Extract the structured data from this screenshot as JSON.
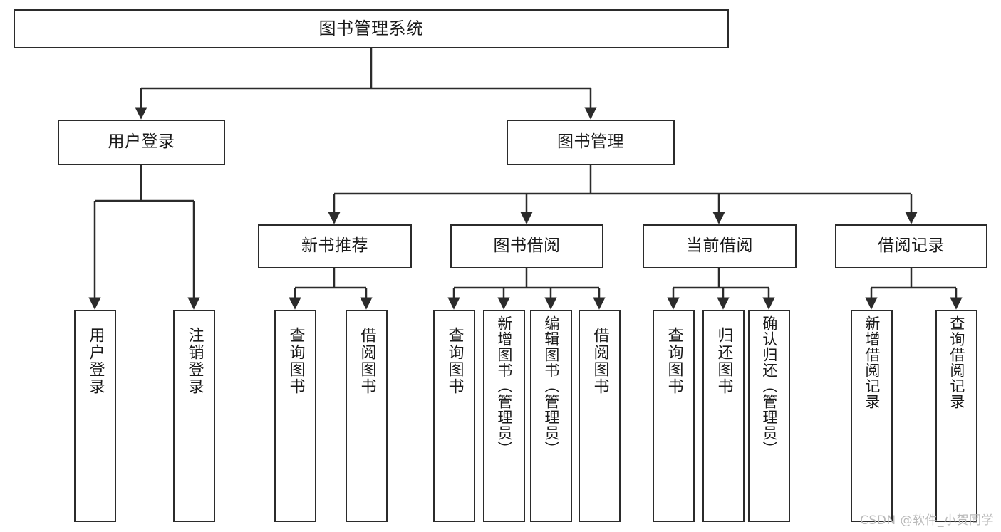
{
  "diagram": {
    "title": "图书管理系统",
    "watermark": "CSDN @软件_小贺同学",
    "colors": {
      "stroke": "#2b2b2b",
      "fill": "#ffffff",
      "text": "#1a1a1a",
      "watermark": "#b9b9b9"
    },
    "nodes": {
      "root": "图书管理系统",
      "level2": {
        "user_login": "用户登录",
        "book_manage": "图书管理"
      },
      "level3": {
        "new_book_recommend": "新书推荐",
        "book_borrow": "图书借阅",
        "current_borrow": "当前借阅",
        "borrow_record": "借阅记录"
      },
      "leaves": {
        "user_login_1": "用户登录",
        "user_login_2": "注销登录",
        "recommend_1": "查询图书",
        "recommend_2": "借阅图书",
        "borrow_1": "查询图书",
        "borrow_2": "新增图书（管理员）",
        "borrow_3": "编辑图书（管理员）",
        "borrow_4": "借阅图书",
        "current_1": "查询图书",
        "current_2": "归还图书",
        "current_3": "确认归还（管理员）",
        "record_1": "新增借阅记录",
        "record_2": "查询借阅记录"
      }
    }
  }
}
